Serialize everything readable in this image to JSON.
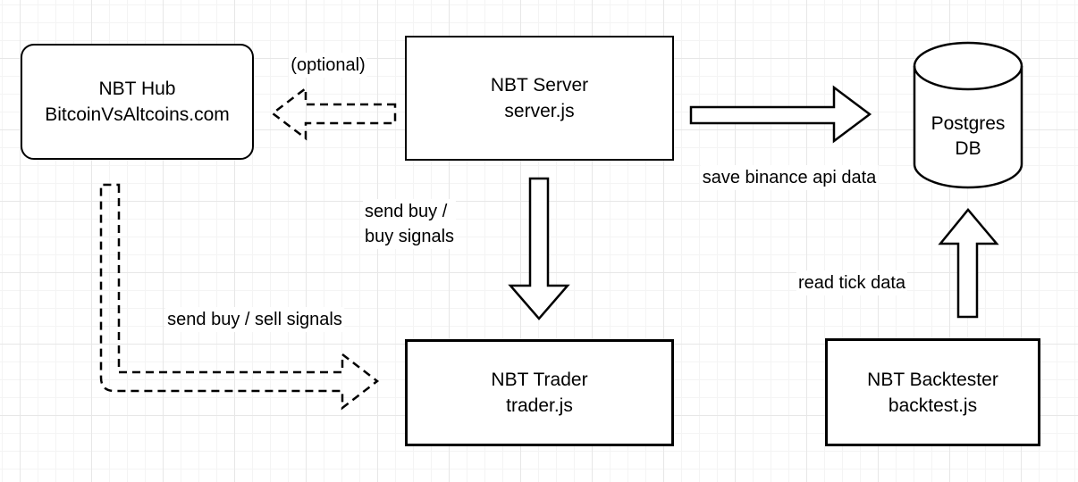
{
  "diagram": {
    "nodes": [
      {
        "id": "nbt-hub",
        "shape": "rounded-rectangle",
        "line1": "NBT Hub",
        "line2": "BitcoinVsAltcoins.com"
      },
      {
        "id": "nbt-server",
        "shape": "rectangle",
        "line1": "NBT Server",
        "line2": "server.js"
      },
      {
        "id": "postgres-db",
        "shape": "cylinder",
        "line1": "Postgres",
        "line2": "DB"
      },
      {
        "id": "nbt-trader",
        "shape": "rectangle",
        "line1": "NBT Trader",
        "line2": "trader.js"
      },
      {
        "id": "nbt-backtester",
        "shape": "rectangle",
        "line1": "NBT Backtester",
        "line2": "backtest.js"
      }
    ],
    "edges": [
      {
        "id": "server-to-hub",
        "style": "dashed-block-arrow",
        "direction": "left",
        "label": "(optional)"
      },
      {
        "id": "server-to-postgres",
        "style": "solid-block-arrow",
        "direction": "right",
        "label": "save binance api data"
      },
      {
        "id": "server-to-trader",
        "style": "solid-block-arrow",
        "direction": "down",
        "label_line1": "send buy /",
        "label_line2": "buy signals"
      },
      {
        "id": "hub-to-trader",
        "style": "dashed-tube-arrow",
        "direction": "down-then-right",
        "label": "send buy / sell signals"
      },
      {
        "id": "backtester-to-postgres",
        "style": "solid-block-arrow",
        "direction": "up",
        "label": "read tick data"
      }
    ],
    "colors": {
      "stroke": "#000000",
      "node_fill": "#ffffff",
      "text": "#000000",
      "canvas": "#ffffff",
      "grid_minor": "#f4f4f4",
      "grid_major": "#e7e7e7"
    }
  }
}
